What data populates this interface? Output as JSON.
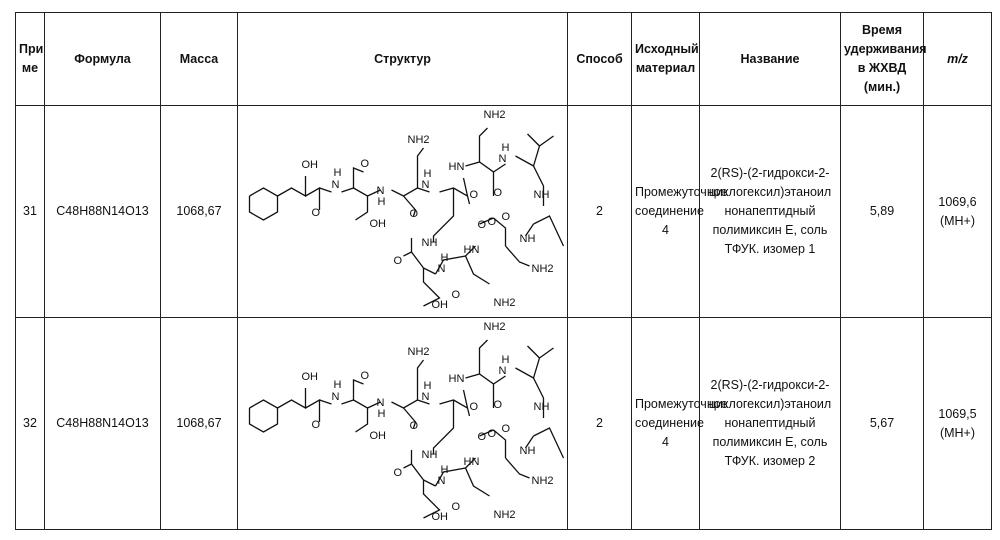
{
  "headers": [
    "При ме",
    "Формула",
    "Масса",
    "Структур",
    "Способ",
    "Исходный материал",
    "Название",
    "Время удерживания в ЖХВД (мин.)",
    "m/z"
  ],
  "rows": [
    {
      "example": "31",
      "formula": "C48H88N14O13",
      "mass": "1068,67",
      "method": "2",
      "starting_material": "Промежуточное соединение 4",
      "name": "2(RS)-(2-гидрокси-2-циклогексил)этаноил нонапептидный полимиксин Е, соль ТФУК. изомер 1",
      "retention_time": "5,89",
      "mz": "1069,6 (MH+)"
    },
    {
      "example": "32",
      "formula": "C48H88N14O13",
      "mass": "1068,67",
      "method": "2",
      "starting_material": "Промежуточное соединение 4",
      "name": "2(RS)-(2-гидрокси-2-циклогексил)этаноил нонапептидный полимиксин Е, соль ТФУК. изомер 2",
      "retention_time": "5,67",
      "mz": "1069,5 (MH+)"
    }
  ],
  "structure_labels": [
    "OH",
    "O",
    "H",
    "N",
    "O",
    "N",
    "H",
    "NH2",
    "O",
    "H",
    "N",
    "OH",
    "HN",
    "O",
    "NH2",
    "H",
    "N",
    "O",
    "O",
    "NH",
    "O",
    "NH",
    "NH",
    "HN",
    "O",
    "H",
    "N",
    "O",
    "NH2",
    "O",
    "OH",
    "NH2"
  ]
}
